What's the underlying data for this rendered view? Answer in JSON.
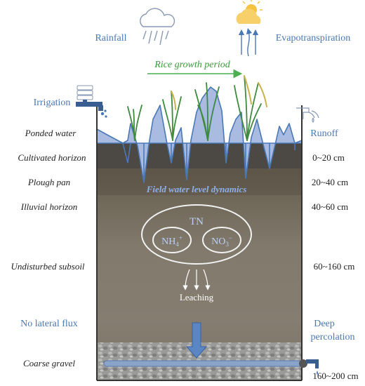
{
  "top": {
    "rainfall": "Rainfall",
    "evapotranspiration": "Evapotranspiration",
    "rice_growth_period": "Rice growth period"
  },
  "left": {
    "irrigation": "Irrigation",
    "ponded_water": "Ponded water",
    "cultivated_horizon": "Cultivated horizon",
    "plough_pan": "Plough pan",
    "illuvial_horizon": "Illuvial horizon",
    "undisturbed_subsoil": "Undisturbed subsoil",
    "no_lateral_flux": "No lateral flux",
    "coarse_gravel": "Coarse gravel"
  },
  "right": {
    "runoff": "Runoff",
    "depth_0_20": "0~20 cm",
    "depth_20_40": "20~40 cm",
    "depth_40_60": "40~60 cm",
    "depth_60_160": "60~160 cm",
    "deep_line1": "Deep",
    "deep_line2": "percolation",
    "depth_160_200": "160~200 cm"
  },
  "center": {
    "field_water_level": "Field water level dynamics",
    "tn": "TN",
    "nh4": "NH",
    "nh4_sub": "4",
    "nh4_sup": "+",
    "no3": "NO",
    "no3_sub": "3",
    "no3_sup": "−",
    "leaching": "Leaching"
  },
  "colors": {
    "accent_blue": "#4a78b5",
    "water_fill": "#a9b9e0",
    "green_arrow": "#4caf50",
    "soil_top": "#4b4844",
    "soil_mid": "#7b7467",
    "soil_low": "#8a8274"
  }
}
